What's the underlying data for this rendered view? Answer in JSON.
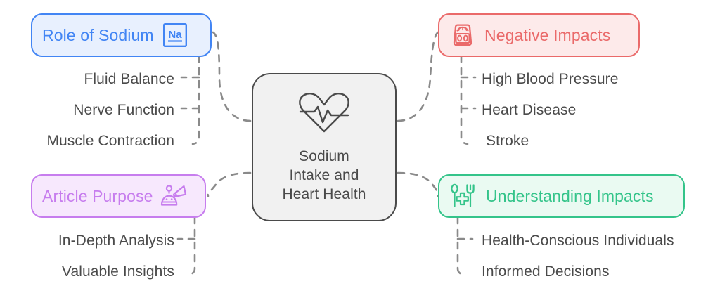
{
  "diagram": {
    "type": "mind-map",
    "title": "Sodium Intake and Heart Health",
    "center": {
      "label": "Sodium\nIntake and\nHeart Health",
      "icon": "heart-pulse-icon",
      "fill": "#f1f1f1",
      "stroke": "#4a4a4a",
      "text_color": "#4a4a4a"
    },
    "branches": [
      {
        "id": "role-of-sodium",
        "label": "Role of Sodium",
        "icon": "sodium-element-icon",
        "icon_text": "Na",
        "color": "#4285f4",
        "fill": "#e8f0fe",
        "position": "top-left",
        "children": [
          "Fluid Balance",
          "Nerve Function",
          "Muscle Contraction"
        ]
      },
      {
        "id": "negative-impacts",
        "label": "Negative Impacts",
        "icon": "weight-scale-icon",
        "icon_text": "00",
        "color": "#ea6a6a",
        "fill": "#fdeaea",
        "position": "top-right",
        "children": [
          "High Blood Pressure",
          "Heart Disease",
          "Stroke"
        ]
      },
      {
        "id": "article-purpose",
        "label": "Article Purpose",
        "icon": "announcement-megaphone-icon",
        "color": "#c77dee",
        "fill": "#f7e8fd",
        "position": "bottom-left",
        "children": [
          "In-Depth Analysis",
          "Valuable Insights"
        ]
      },
      {
        "id": "understanding-impacts",
        "label": "Understanding Impacts",
        "icon": "spoon-fork-health-icon",
        "color": "#34c48a",
        "fill": "#eafaf2",
        "position": "bottom-right",
        "children": [
          "Health-Conscious Individuals",
          "Informed Decisions"
        ]
      }
    ],
    "leaves": {
      "fluid_balance": "Fluid Balance",
      "nerve_function": "Nerve Function",
      "muscle_contraction": "Muscle Contraction",
      "high_blood_pressure": "High Blood Pressure",
      "heart_disease": "Heart Disease",
      "stroke": "Stroke",
      "in_depth_analysis": "In-Depth Analysis",
      "valuable_insights": "Valuable Insights",
      "health_conscious_individuals": "Health-Conscious Individuals",
      "informed_decisions": "Informed Decisions"
    },
    "connector_color": "#8a8a8a",
    "connector_style": "dashed"
  }
}
